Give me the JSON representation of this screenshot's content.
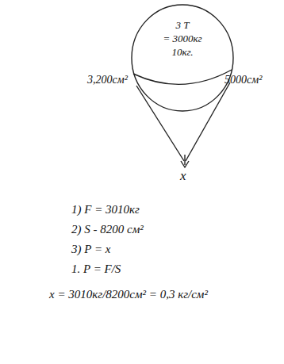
{
  "diagram": {
    "nodes": [
      {
        "text": [
          "3 Т",
          "= 3000кг",
          "10кг."
        ]
      }
    ],
    "labels": [
      "3,200см²",
      "5000см²",
      "х",
      "1) F = 3010кг",
      "2) S - 8200 см²",
      "3) P = х",
      "1. P = F/S",
      "х = 3010кг/8200см² = 0,3 кг/см²"
    ]
  }
}
